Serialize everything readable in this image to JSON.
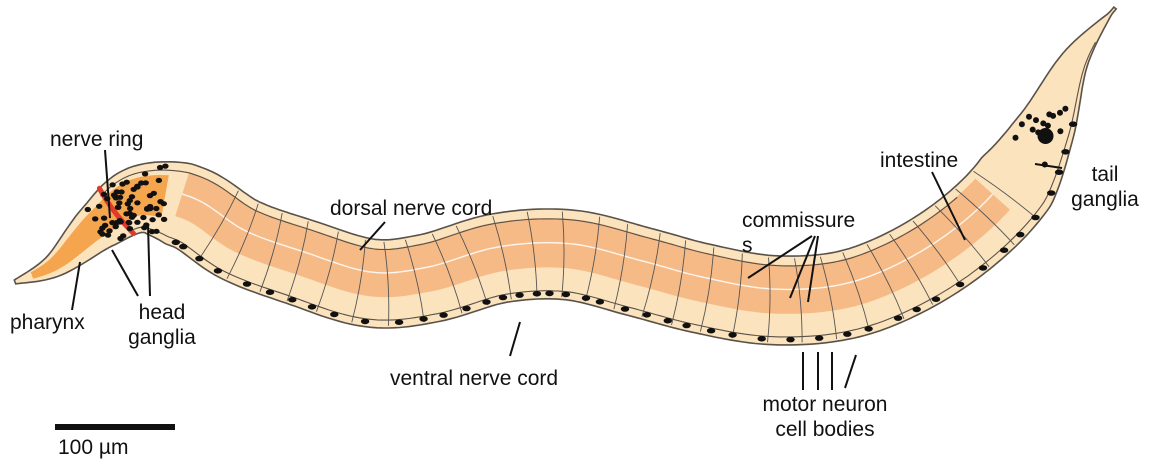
{
  "labels": {
    "nerve_ring": "nerve ring",
    "pharynx": "pharynx",
    "head_ganglia": [
      "head",
      "ganglia"
    ],
    "dorsal_nerve_cord": "dorsal nerve cord",
    "ventral_nerve_cord": "ventral nerve cord",
    "commissures": [
      "commissure",
      "s"
    ],
    "intestine": "intestine",
    "tail_ganglia": [
      "tail",
      "ganglia"
    ],
    "motor_neuron_cell_bodies": [
      "motor neuron",
      "cell bodies"
    ],
    "scale": "100 µm"
  },
  "colors": {
    "body_fill": "#fbe3bd",
    "body_outline": "#5a5148",
    "intestine": "#f5b784",
    "pharynx": "#f29a3a",
    "nerve_ring": "#e03a2c",
    "neuron": "#111111",
    "commissure": "#555555"
  }
}
